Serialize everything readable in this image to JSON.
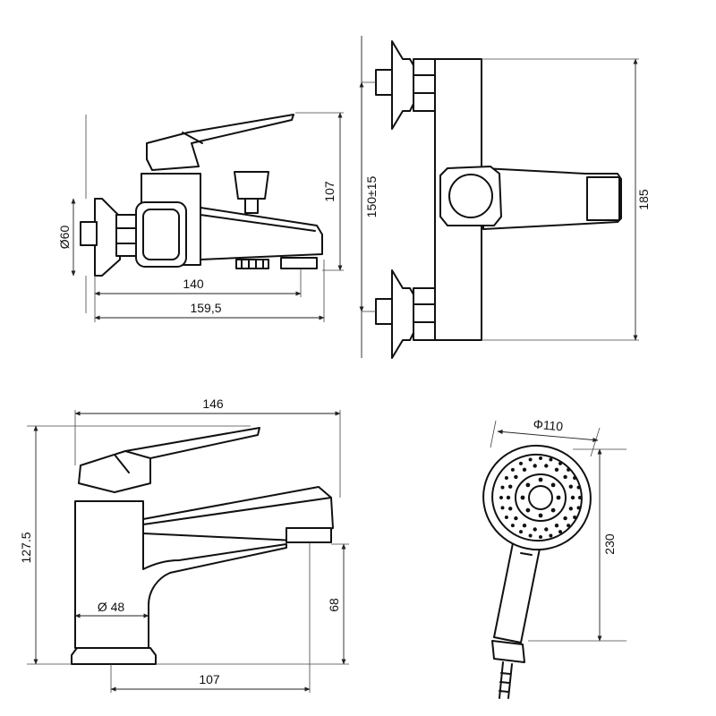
{
  "dimensions": {
    "bath_dia": "Ø60",
    "bath_width_inner": "140",
    "bath_width_total": "159,5",
    "bath_height": "107",
    "wall_spacing": "150±15",
    "wall_height": "185",
    "basin_width": "146",
    "basin_height": "127.5",
    "basin_dia": "Ø 48",
    "basin_spout_height": "68",
    "basin_reach": "107",
    "shower_dia": "Φ110",
    "shower_length": "230"
  },
  "icons": [
    "bath-mixer-side-view",
    "bath-mixer-front-view",
    "basin-mixer-side-view",
    "hand-shower-view"
  ]
}
